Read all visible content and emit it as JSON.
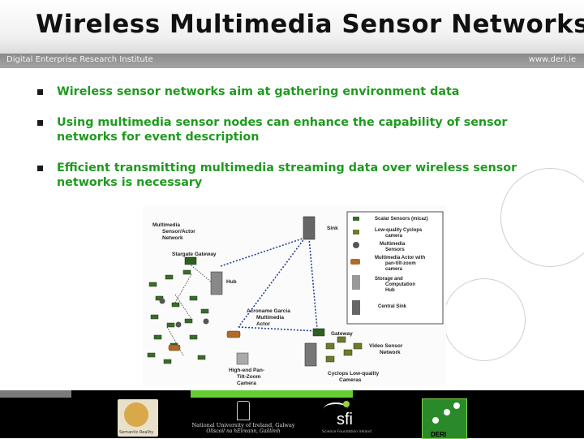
{
  "header": {
    "title": "Wireless Multimedia Sensor Networks",
    "institute": "Digital Enterprise Research Institute",
    "website": "www.deri.ie"
  },
  "bullets": [
    "Wireless sensor networks aim at gathering environment data",
    "Using multimedia sensor nodes can enhance the capability of sensor networks for event description",
    "Efficient transmitting multimedia streaming data over wireless sensor networks is necessary"
  ],
  "diagram": {
    "network_label": "Multimedia Sensor/Actor Network",
    "gateway_top": "Stargate Gateway",
    "hub": "Hub",
    "sink": "Sink",
    "actor": "Acroname Garcia Multimedia Actor",
    "camera": "High-end Pan-Tilt-Zoom Camera",
    "gateway": "Gateway",
    "video_network": "Video Sensor Network",
    "cyclops": "Cyclops Low-quality Cameras",
    "legend": [
      "Scalar Sensors (micaz)",
      "Low-quality Cyclops camera",
      "Multimedia Sensors",
      "Multimedia Actor with pan-tilt-zoom camera",
      "Storage and Computation Hub",
      "Central Sink"
    ]
  },
  "footer": {
    "logos": [
      "Semantic Reality",
      "National University of Ireland, Galway",
      "Ollscoil na hÉireann, Gaillimh",
      "sfi",
      "Science Foundation Ireland",
      "DERI"
    ]
  },
  "colors": {
    "bullet_text": "#1f9a1f",
    "footer_bg": "#000000",
    "footer_green": "#66cc33",
    "footer_gray": "#7a7a7a"
  }
}
